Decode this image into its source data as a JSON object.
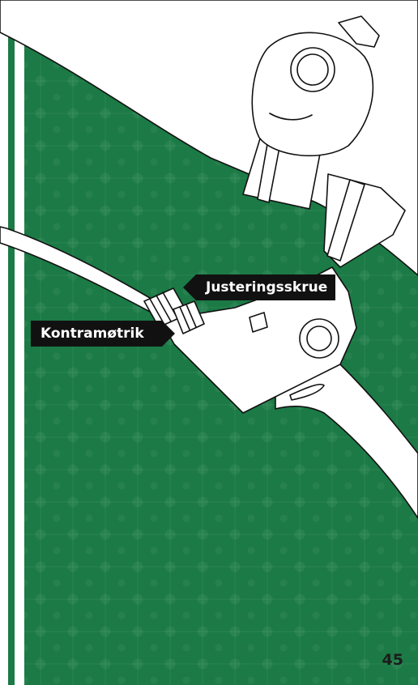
{
  "labels": {
    "adjusting_screw": "Justeringsskrue",
    "lock_nut": "Kontramøtrik"
  },
  "page_number": "45",
  "colors": {
    "background_green": "#1b7a45",
    "label_background": "#111111",
    "label_text": "#ffffff",
    "line_art": "#111111"
  }
}
